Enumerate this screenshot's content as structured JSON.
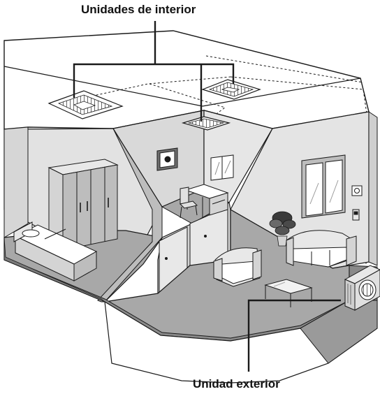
{
  "labels": {
    "indoor_units": "Unidades de interior",
    "outdoor_unit": "Unidad exterior"
  },
  "colors": {
    "outline": "#1a1a1a",
    "floor": "#a8a8a8",
    "wall_light": "#e0e0e0",
    "wall_mid": "#cfcfcf",
    "wall_dark": "#8a8a8a",
    "ceiling": "#ffffff",
    "background": "#ffffff"
  },
  "icons": [
    "ceiling-cassette-unit",
    "outdoor-condenser-unit",
    "wardrobe",
    "bed",
    "sofa",
    "armchair",
    "desk",
    "chair",
    "window",
    "picture-frame",
    "potted-plant",
    "wall-thermostat",
    "remote-controller",
    "glass-table"
  ]
}
